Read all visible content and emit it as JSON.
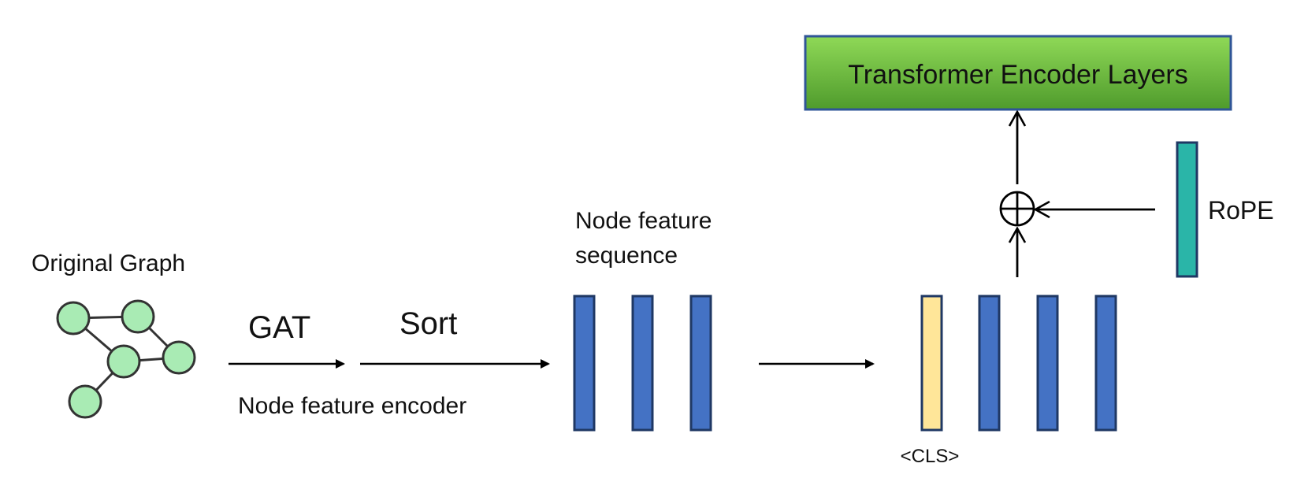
{
  "labels": {
    "original_graph": "Original Graph",
    "gat": "GAT",
    "sort": "Sort",
    "node_feature_encoder": "Node feature encoder",
    "node_feature_sequence_line1": "Node feature",
    "node_feature_sequence_line2": "sequence",
    "cls": "<CLS>",
    "rope": "RoPE",
    "transformer": "Transformer Encoder Layers"
  },
  "colors": {
    "node_fill": "#a9ebb4",
    "token_blue": "#4472c4",
    "cls_yellow": "#ffe699",
    "rope_teal": "#2ab5a8",
    "transformer_green_top": "#7ccf45",
    "transformer_green_bottom": "#4e9a2a",
    "transformer_border": "#2f5597",
    "token_border": "#1f3864"
  },
  "icons": {
    "add": "circled-plus-icon"
  }
}
